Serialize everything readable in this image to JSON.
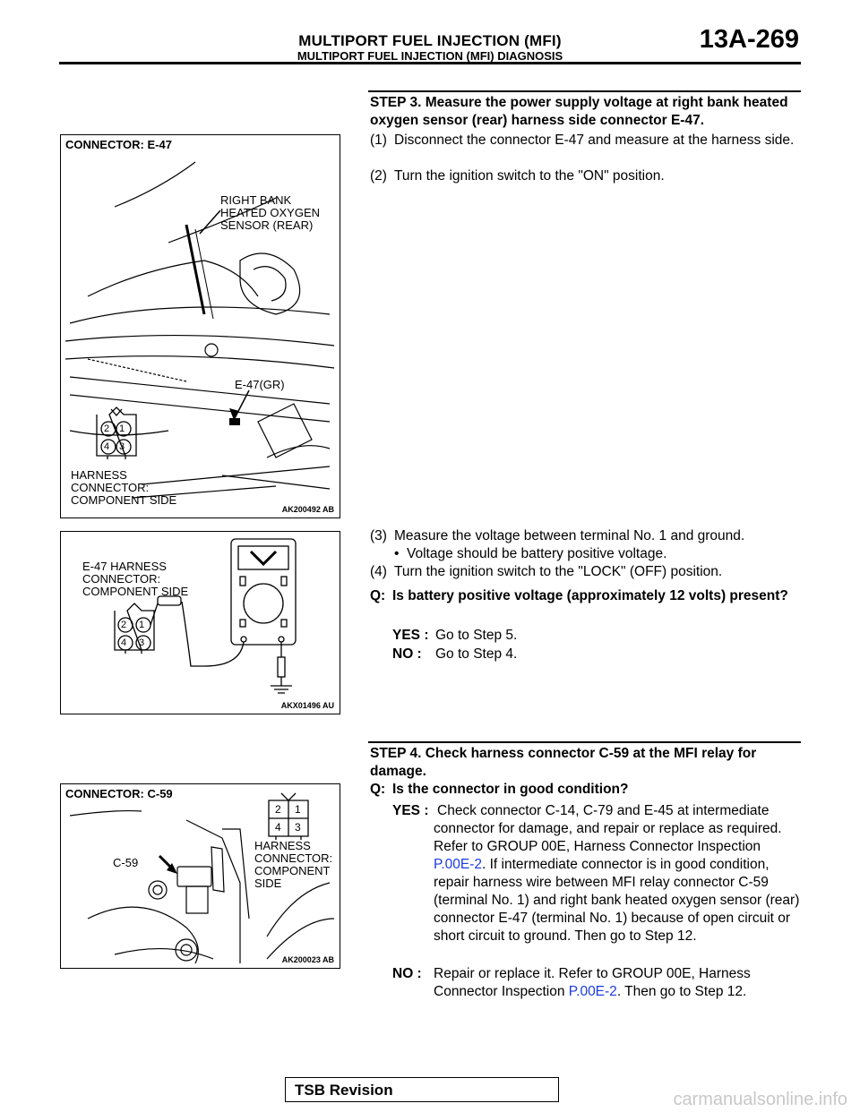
{
  "header": {
    "title": "MULTIPORT FUEL INJECTION (MFI)",
    "subtitle": "MULTIPORT FUEL INJECTION (MFI) DIAGNOSIS",
    "page": "13A-269"
  },
  "figures": {
    "fig1": {
      "connector": "CONNECTOR: E-47",
      "sensor_label": "RIGHT BANK\nHEATED OXYGEN\nSENSOR (REAR)",
      "conn_ref": "E-47(GR)",
      "harness_label": "HARNESS\nCONNECTOR:\nCOMPONENT SIDE",
      "pins": [
        "2",
        "1",
        "4",
        "3"
      ],
      "code": "AK200492 AB"
    },
    "fig2": {
      "harness_label": "E-47 HARNESS\nCONNECTOR:\nCOMPONENT SIDE",
      "pins": [
        "2",
        "1",
        "4",
        "3"
      ],
      "code": "AKX01496 AU"
    },
    "fig3": {
      "connector": "CONNECTOR: C-59",
      "conn_ref": "C-59",
      "harness_label": "HARNESS\nCONNECTOR:\nCOMPONENT\nSIDE",
      "pins": [
        "2",
        "1",
        "4",
        "3"
      ],
      "code": "AK200023 AB"
    }
  },
  "step3": {
    "title": "STEP 3. Measure the power supply voltage at right bank heated oxygen sensor (rear) harness side connector E-47.",
    "items": [
      {
        "num": "(1)",
        "text": "Disconnect the connector E-47 and measure at the harness side."
      },
      {
        "num": "(2)",
        "text": "Turn the ignition switch to the \"ON\" position."
      },
      {
        "num": "(3)",
        "text": "Measure the voltage between terminal No. 1 and ground."
      },
      {
        "num": "(4)",
        "text": "Turn the ignition switch to the \"LOCK\" (OFF) position."
      }
    ],
    "bullet": "Voltage should be battery positive voltage.",
    "question_prefix": "Q:",
    "question": "Is battery positive voltage (approximately 12 volts) present?",
    "yes_key": "YES :",
    "yes": "Go to Step 5.",
    "no_key": "NO :",
    "no": "Go to Step 4."
  },
  "step4": {
    "title": "STEP 4. Check harness connector C-59 at the MFI relay for damage.",
    "question_prefix": "Q:",
    "question": "Is the connector in good condition?",
    "yes_key": "YES :",
    "yes_a": "Check connector C-14, C-79 and E-45 at intermediate connector for damage, and repair or replace as required. Refer to GROUP 00E, Harness Connector Inspection",
    "yes_link": "P.00E-2",
    "yes_b": ". If intermediate connector is in good condition, repair harness wire between MFI relay connector C-59 (terminal No. 1) and right bank heated oxygen sensor (rear) connector E-47 (terminal No. 1) because of open circuit or short circuit to ground. Then go to Step 12.",
    "no_key": "NO :",
    "no_a": "Repair or replace it. Refer to GROUP 00E, Harness Connector Inspection",
    "no_link": "P.00E-2",
    "no_b": ". Then go to Step 12."
  },
  "footer": {
    "tsb": "TSB Revision",
    "watermark": "carmanualsonline.info"
  }
}
